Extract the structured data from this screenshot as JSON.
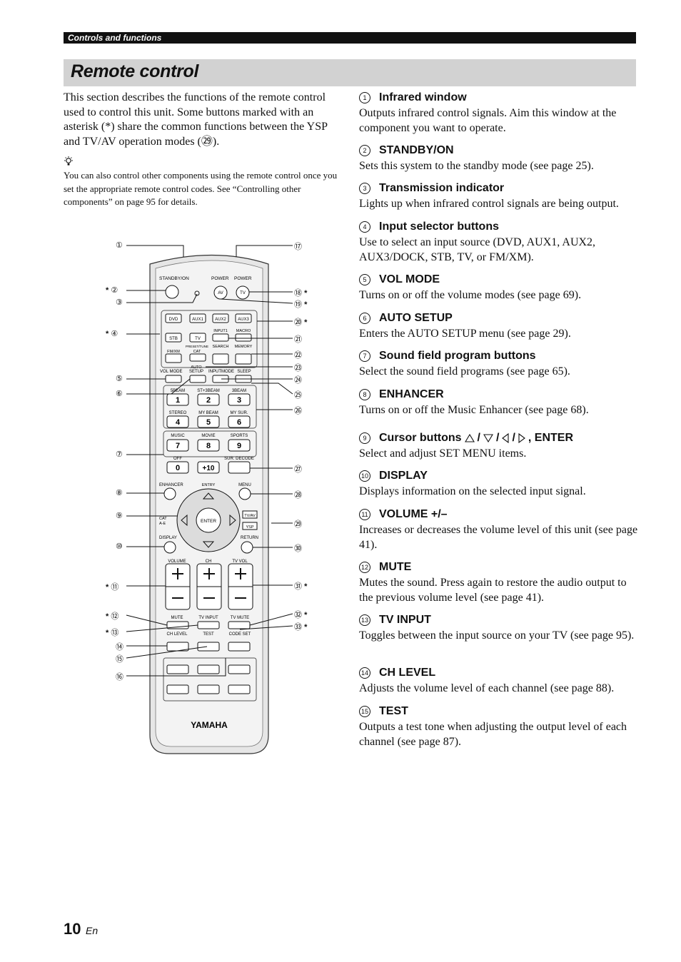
{
  "header": {
    "section": "Controls and functions"
  },
  "title": "Remote control",
  "intro": "This section describes the functions of the remote control used to control this unit. Some buttons marked with an asterisk (*) share the common functions between the YSP and TV/AV operation modes (㉙).",
  "tip": "You can also control other components using the remote control once you set the appropriate remote control codes. See “Controlling other components” on page 95 for details.",
  "items": [
    {
      "num": "1",
      "title": "Infrared window",
      "body": "Outputs infrared control signals. Aim this window at the component you want to operate."
    },
    {
      "num": "2",
      "title": "STANDBY/ON",
      "body": "Sets this system to the standby mode (see page 25)."
    },
    {
      "num": "3",
      "title": "Transmission indicator",
      "body": "Lights up when infrared control signals are being output."
    },
    {
      "num": "4",
      "title": "Input selector buttons",
      "body": "Use to select an input source (DVD, AUX1, AUX2, AUX3/DOCK, STB, TV, or FM/XM)."
    },
    {
      "num": "5",
      "title": "VOL MODE",
      "body": "Turns on or off the volume modes (see page 69)."
    },
    {
      "num": "6",
      "title": "AUTO SETUP",
      "body": "Enters the AUTO SETUP menu (see page 29)."
    },
    {
      "num": "7",
      "title": "Sound field program buttons",
      "body": "Select the sound field programs (see page 65)."
    },
    {
      "num": "8",
      "title": "ENHANCER",
      "body": "Turns on or off the Music Enhancer (see page 68)."
    },
    {
      "num": "9",
      "title": "Cursor buttons",
      "title_suffix": ", ENTER",
      "body": "Select and adjust SET MENU items."
    },
    {
      "num": "10",
      "title": "DISPLAY",
      "body": "Displays information on the selected input signal."
    },
    {
      "num": "11",
      "title": "VOLUME +/–",
      "body": "Increases or decreases the volume level of this unit (see page 41)."
    },
    {
      "num": "12",
      "title": "MUTE",
      "body": "Mutes the sound. Press again to restore the audio output to the previous volume level (see page 41)."
    },
    {
      "num": "13",
      "title": "TV INPUT",
      "body": "Toggles between the input source on your TV (see page 95)."
    },
    {
      "num": "14",
      "title": "CH LEVEL",
      "body": "Adjusts the volume level of each channel (see page 88)."
    },
    {
      "num": "15",
      "title": "TEST",
      "body": "Outputs a test tone when adjusting the output level of each channel (see page 87)."
    }
  ],
  "remote": {
    "labels": {
      "standby": "STANDBY/ON",
      "power1": "POWER",
      "power2": "POWER",
      "av": "AV",
      "tv": "TV",
      "dvd": "DVD",
      "aux1": "AUX1",
      "aux2": "AUX2",
      "aux3": "AUX3",
      "stb": "STB",
      "tvsel": "TV",
      "input1": "INPUT1",
      "macro": "MACRO",
      "fmxm": "FM/XM",
      "preset": "PRESET/TUNE",
      "cat": "CAT",
      "search": "SEARCH",
      "memory": "MEMORY",
      "auto": "AUTO",
      "volmode": "VOL MODE",
      "setup": "SETUP",
      "inputmode": "INPUTMODE",
      "sleep": "SLEEP",
      "b5": "5BEAM",
      "b53": "ST+3BEAM",
      "b3": "3BEAM",
      "stereo": "STEREO",
      "mybeam": "MY BEAM",
      "mysur": "MY SUR.",
      "music": "MUSIC",
      "movie": "MOVIE",
      "sports": "SPORTS",
      "off": "OFF",
      "surdecode": "SUR. DECODE",
      "plus10": "+10",
      "enhancer": "ENHANCER",
      "entry": "ENTRY",
      "menu": "MENU",
      "cat2": "CAT",
      "ae": "A-E",
      "enter": "ENTER",
      "tvav": "TV/AV",
      "ysp": "YSP",
      "display": "DISPLAY",
      "return": "RETURN",
      "volume": "VOLUME",
      "ch": "CH",
      "tvvol": "TV VOL",
      "mute": "MUTE",
      "tvinput": "TV INPUT",
      "tvmute": "TV MUTE",
      "chlevel": "CH LEVEL",
      "test": "TEST",
      "codeset": "CODE SET",
      "yamaha": "YAMAHA",
      "k1": "1",
      "k2": "2",
      "k3": "3",
      "k4": "4",
      "k5": "5",
      "k6": "6",
      "k7": "7",
      "k8": "8",
      "k9": "9",
      "k0": "0"
    },
    "callouts_left": [
      "1",
      "2",
      "3",
      "4",
      "5",
      "6",
      "7",
      "8",
      "9",
      "10",
      "11",
      "12",
      "13",
      "14",
      "15",
      "16"
    ],
    "callouts_right": [
      "17",
      "18",
      "19",
      "20",
      "21",
      "22",
      "23",
      "24",
      "25",
      "26",
      "27",
      "28",
      "29",
      "30",
      "31",
      "32",
      "33"
    ],
    "asterisk": "*"
  },
  "footer": {
    "page": "10",
    "lang": "En"
  }
}
